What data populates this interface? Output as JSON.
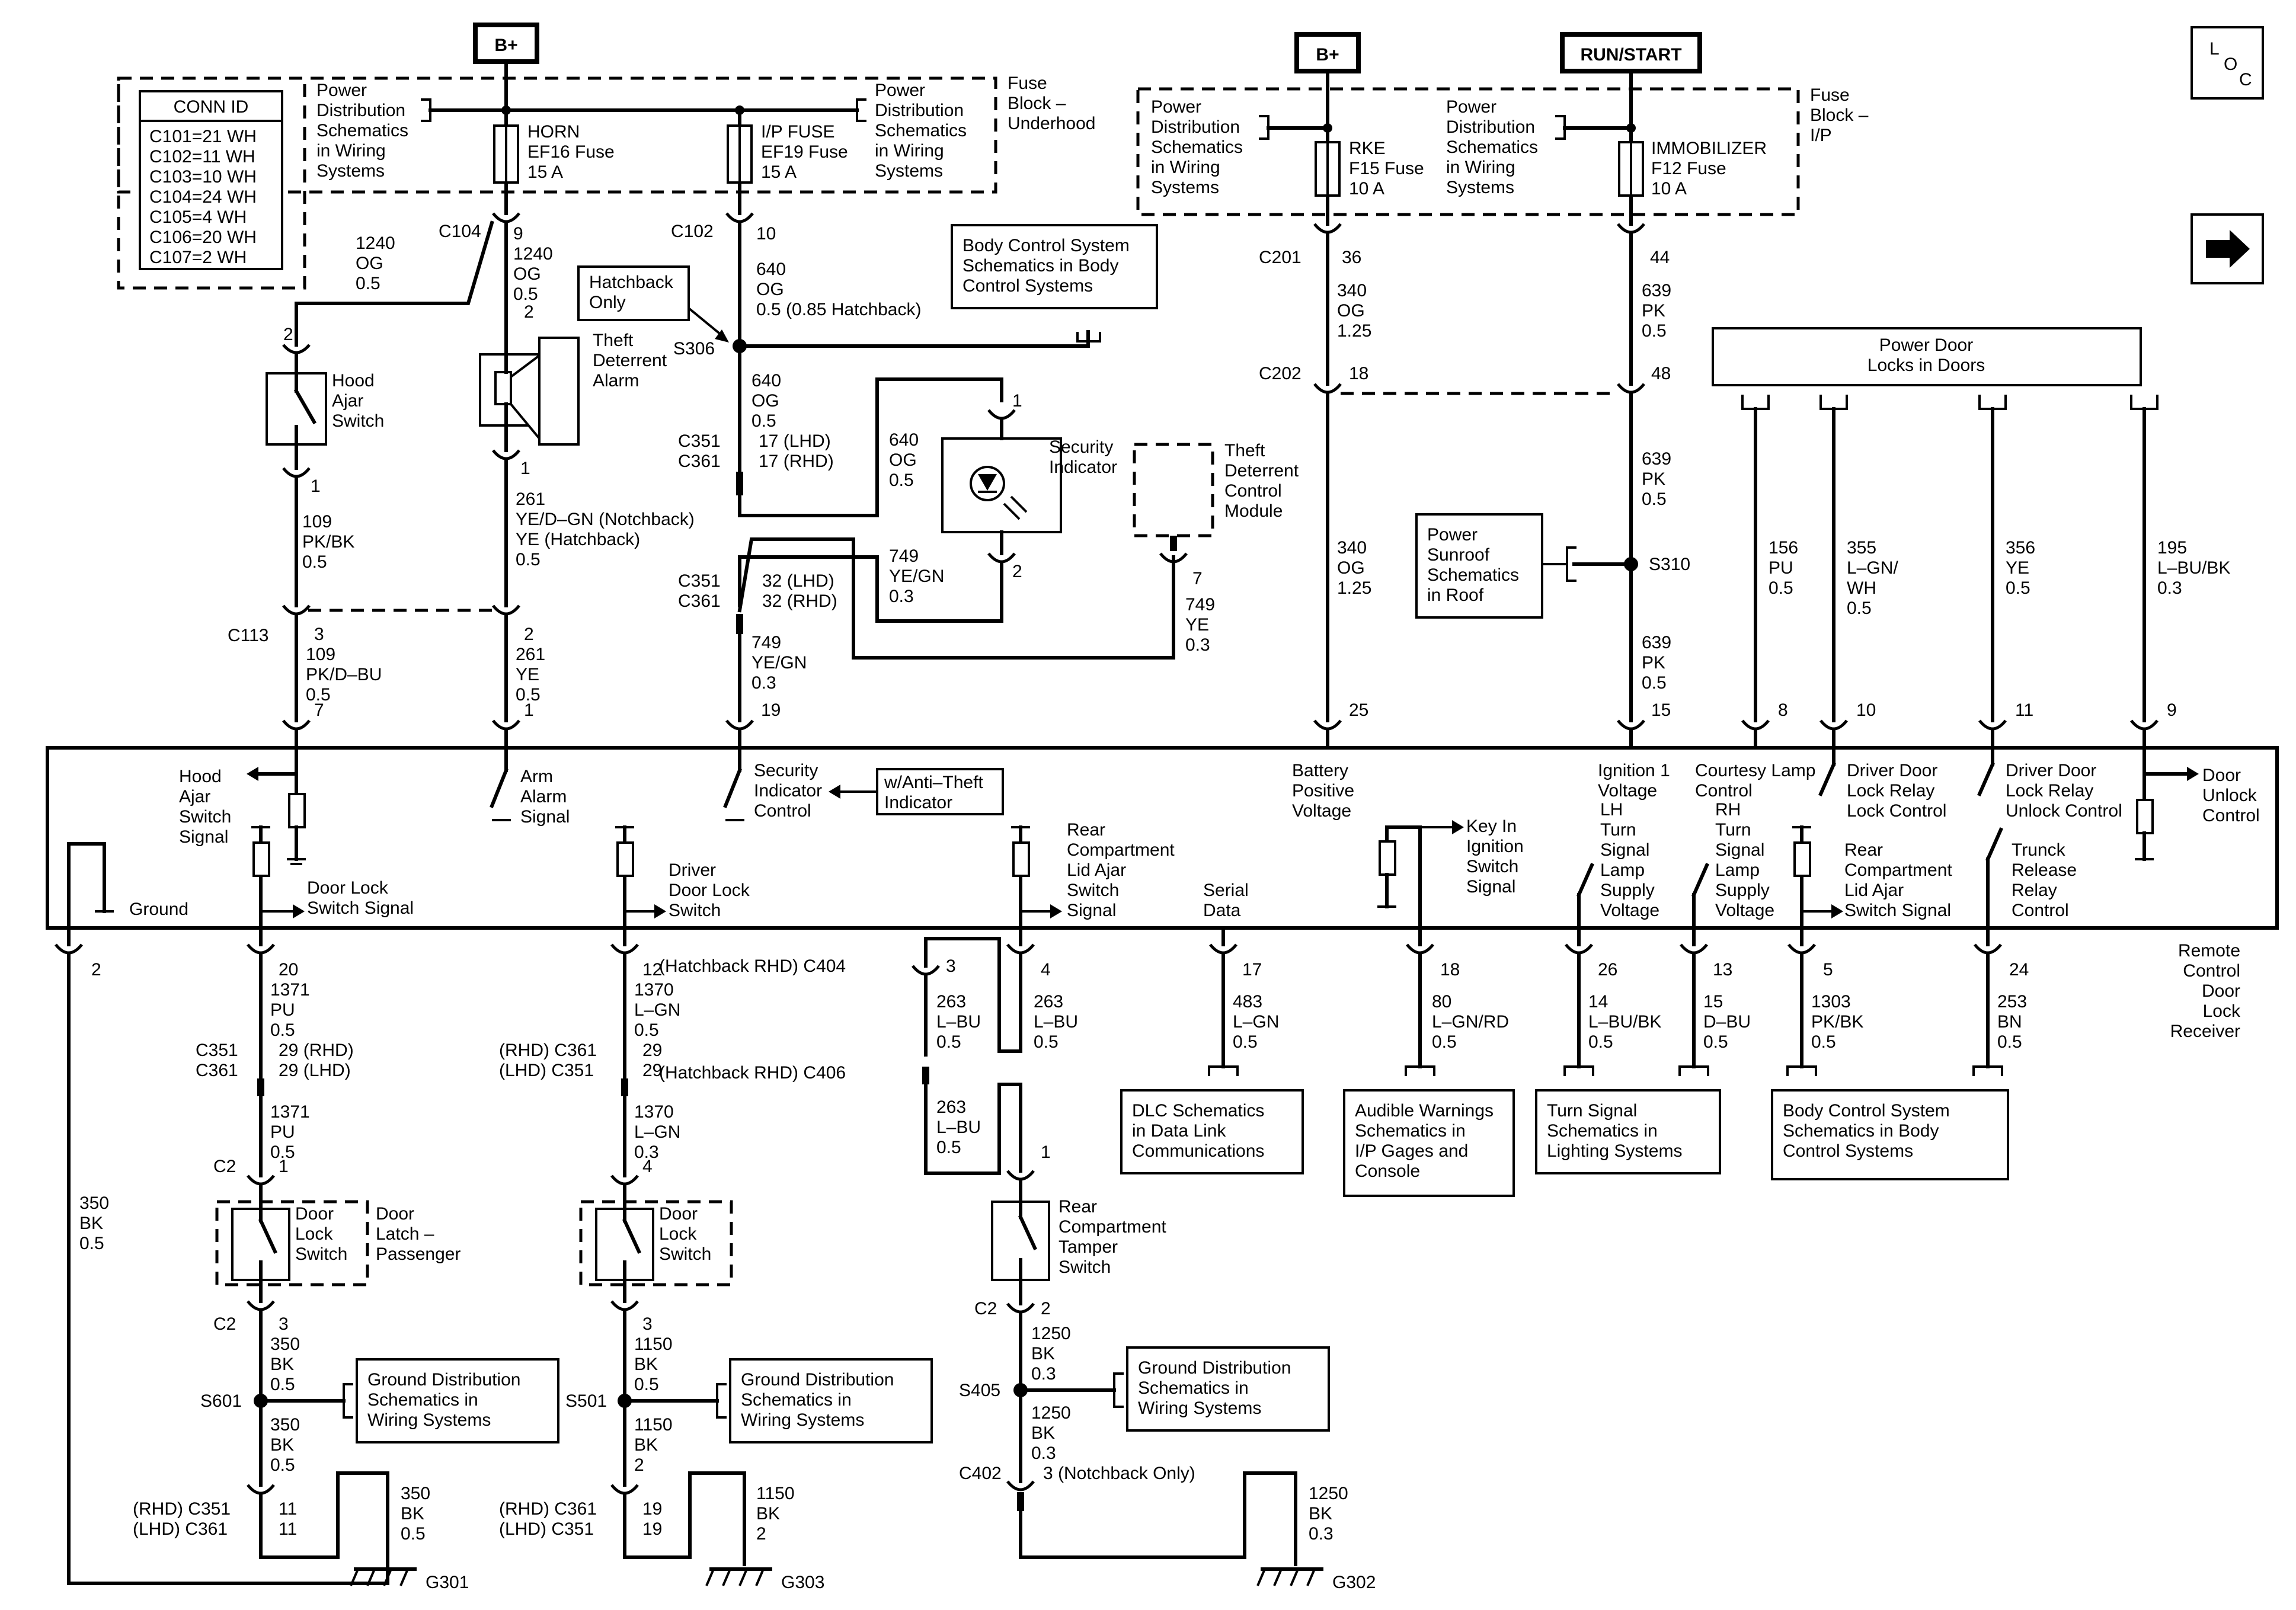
{
  "power": {
    "bplus_left": "B+",
    "bplus_right": "B+",
    "run_start": "RUN/START",
    "loc": [
      "L",
      "O",
      "C"
    ]
  },
  "conn_id": {
    "title": "CONN ID",
    "rows": [
      "C101=21 WH",
      "C102=11 WH",
      "C103=10 WH",
      "C104=24 WH",
      "C105=4 WH",
      "C106=20 WH",
      "C107=2 WH"
    ]
  },
  "fuse_block_underhood": {
    "label": [
      "Fuse",
      "Block –",
      "Underhood"
    ],
    "pds_left": [
      "Power",
      "Distribution",
      "Schematics",
      "in Wiring",
      "Systems"
    ],
    "pds_right": [
      "Power",
      "Distribution",
      "Schematics",
      "in Wiring",
      "Systems"
    ],
    "horn_fuse": [
      "HORN",
      "EF16 Fuse",
      "15 A"
    ],
    "ip_fuse": [
      "I/P FUSE",
      "EF19 Fuse",
      "15 A"
    ]
  },
  "fuse_block_ip": {
    "label": [
      "Fuse",
      "Block –",
      "I/P"
    ],
    "pds_left": [
      "Power",
      "Distribution",
      "Schematics",
      "in Wiring",
      "Systems"
    ],
    "pds_right": [
      "Power",
      "Distribution",
      "Schematics",
      "in Wiring",
      "Systems"
    ],
    "rke_fuse": [
      "RKE",
      "F15 Fuse",
      "10 A"
    ],
    "immo_fuse": [
      "IMMOBILIZER",
      "F12 Fuse",
      "10 A"
    ]
  },
  "refs": {
    "body_control_top": [
      "Body Control System",
      "Schematics in Body",
      "Control Systems"
    ],
    "hatchback_only": [
      "Hatchback",
      "Only"
    ],
    "power_sunroof": [
      "Power",
      "Sunroof",
      "Schematics",
      "in Roof"
    ],
    "power_door_locks": [
      "Power Door",
      "Locks in Doors"
    ],
    "theft_deterrent_module": [
      "Theft",
      "Deterrent",
      "Control",
      "Module"
    ],
    "w_anti_theft": [
      "w/Anti–Theft",
      "Indicator"
    ],
    "dlc": [
      "DLC Schematics",
      "in Data Link",
      "Communications"
    ],
    "audible": [
      "Audible Warnings",
      "Schematics in",
      "I/P Gages and",
      "Console"
    ],
    "turn_signal": [
      "Turn Signal",
      "Schematics in",
      "Lighting Systems"
    ],
    "body_control_bottom": [
      "Body Control System",
      "Schematics in Body",
      "Control Systems"
    ],
    "ground_dist_1": [
      "Ground Distribution",
      "Schematics in",
      "Wiring Systems"
    ],
    "ground_dist_2": [
      "Ground Distribution",
      "Schematics in",
      "Wiring Systems"
    ],
    "ground_dist_3": [
      "Ground Distribution",
      "Schematics in",
      "Wiring Systems"
    ]
  },
  "components": {
    "hood_ajar_switch": [
      "Hood",
      "Ajar",
      "Switch"
    ],
    "theft_deterrent_alarm": [
      "Theft",
      "Deterrent",
      "Alarm"
    ],
    "security_indicator": [
      "Security",
      "Indicator"
    ],
    "door_latch_passenger": [
      "Door",
      "Latch –",
      "Passenger"
    ],
    "door_lock_switch_p": [
      "Door",
      "Lock",
      "Switch"
    ],
    "door_lock_switch_d": [
      "Door",
      "Lock",
      "Switch"
    ],
    "rear_tamper_switch": [
      "Rear",
      "Compartment",
      "Tamper",
      "Switch"
    ]
  },
  "module": {
    "name": [
      "Remote",
      "Control",
      "Door",
      "Lock",
      "Receiver"
    ],
    "pins": {
      "hood_ajar": [
        "Hood",
        "Ajar",
        "Switch",
        "Signal"
      ],
      "arm_alarm": [
        "Arm",
        "Alarm",
        "Signal"
      ],
      "security_ctrl": [
        "Security",
        "Indicator",
        "Control"
      ],
      "battery": [
        "Battery",
        "Positive",
        "Voltage"
      ],
      "ignition": [
        "Ignition 1",
        "Voltage"
      ],
      "courtesy": [
        "Courtesy Lamp",
        "Control"
      ],
      "drv_lock_relay": [
        "Driver Door",
        "Lock Relay",
        "Lock Control"
      ],
      "drv_unlock_relay": [
        "Driver Door",
        "Lock Relay",
        "Unlock Control"
      ],
      "door_unlock": [
        "Door",
        "Unlock",
        "Control"
      ],
      "ground": "Ground",
      "door_lock_sig": [
        "Door Lock",
        "Switch Signal"
      ],
      "driver_door_lock": [
        "Driver",
        "Door Lock",
        "Switch"
      ],
      "rear_lid": [
        "Rear",
        "Compartment",
        "Lid Ajar",
        "Switch",
        "Signal"
      ],
      "serial": [
        "Serial",
        "Data"
      ],
      "key_in": [
        "Key In",
        "Ignition",
        "Switch",
        "Signal"
      ],
      "lh_turn": [
        "LH",
        "Turn",
        "Signal",
        "Lamp",
        "Supply",
        "Voltage"
      ],
      "rh_turn": [
        "RH",
        "Turn",
        "Signal",
        "Lamp",
        "Supply",
        "Voltage"
      ],
      "rear_lid2": [
        "Rear",
        "Compartment",
        "Lid Ajar",
        "Switch Signal"
      ],
      "trunk": [
        "Trunck",
        "Release",
        "Relay",
        "Control"
      ]
    }
  },
  "wires": {
    "c104_9": [
      "9",
      "1240",
      "OG",
      "0.5",
      "2"
    ],
    "c104_left": [
      "1240",
      "OG",
      "0.5"
    ],
    "c102_10": [
      "10",
      "640",
      "OG",
      "0.5 (0.85 Hatchback)"
    ],
    "s306_down": [
      "640",
      "OG",
      "0.5"
    ],
    "c351_17": [
      "17 (LHD)",
      "17 (RHD)"
    ],
    "sec_640": [
      "640",
      "OG",
      "0.5"
    ],
    "sec_749": [
      "749",
      "YE/GN",
      "0.3"
    ],
    "c351_32": [
      "32 (LHD)",
      "32 (RHD)"
    ],
    "w749_yegn": [
      "749",
      "YE/GN",
      "0.3"
    ],
    "w749_ye": [
      "749",
      "YE",
      "0.3"
    ],
    "hood_109": [
      "109",
      "PK/BK",
      "0.5"
    ],
    "alarm_261": [
      "261",
      "YE/D–GN (Notchback)",
      "YE (Hatchback)",
      "0.5"
    ],
    "c113_109": [
      "3",
      "109",
      "PK/D–BU",
      "0.5",
      "7"
    ],
    "c113_261": [
      "2",
      "261",
      "YE",
      "0.5",
      "1"
    ],
    "c201_340": [
      "36",
      "340",
      "OG",
      "1.25"
    ],
    "c201_639": [
      "44",
      "639",
      "PK",
      "0.5"
    ],
    "c202_340": [
      "340",
      "OG",
      "1.25"
    ],
    "c202_639": [
      "639",
      "PK",
      "0.5"
    ],
    "s310_639": [
      "639",
      "PK",
      "0.5"
    ],
    "w156": [
      "156",
      "PU",
      "0.5"
    ],
    "w355": [
      "355",
      "L–GN/",
      "WH",
      "0.5"
    ],
    "w356": [
      "356",
      "YE",
      "0.5"
    ],
    "w195": [
      "195",
      "L–BU/BK",
      "0.3"
    ],
    "w1371a": [
      "20",
      "1371",
      "PU",
      "0.5"
    ],
    "w1371_pins": [
      "29 (RHD)",
      "29 (LHD)"
    ],
    "w1371b": [
      "1371",
      "PU",
      "0.5"
    ],
    "w1370a": [
      "12",
      "1370",
      "L–GN",
      "0.5"
    ],
    "w1370_pins": [
      "29",
      "29"
    ],
    "w1370b": [
      "1370",
      "L–GN",
      "0.3"
    ],
    "w263a": [
      "3",
      "263",
      "L–BU",
      "0.5"
    ],
    "w263b": [
      "263",
      "L–BU",
      "0.5"
    ],
    "w263c": [
      "4",
      "263",
      "L–BU",
      "0.5"
    ],
    "w483": [
      "483",
      "L–GN",
      "0.5"
    ],
    "w80": [
      "80",
      "L–GN/RD",
      "0.5"
    ],
    "w14": [
      "14",
      "L–BU/BK",
      "0.5"
    ],
    "w15": [
      "15",
      "D–BU",
      "0.5"
    ],
    "w1303": [
      "1303",
      "PK/BK",
      "0.5"
    ],
    "w253": [
      "253",
      "BN",
      "0.5"
    ],
    "w350_long": [
      "350",
      "BK",
      "0.5"
    ],
    "w350a": [
      "350",
      "BK",
      "0.5"
    ],
    "w350b": [
      "350",
      "BK",
      "0.5"
    ],
    "w350c": [
      "350",
      "BK",
      "0.5"
    ],
    "w1150a": [
      "1150",
      "BK",
      "0.5"
    ],
    "w1150b": [
      "1150",
      "BK",
      "2"
    ],
    "w1150c": [
      "1150",
      "BK",
      "2"
    ],
    "w1250a": [
      "1250",
      "BK",
      "0.3"
    ],
    "w1250b": [
      "1250",
      "BK",
      "0.3"
    ],
    "w1250c": [
      "1250",
      "BK",
      "0.3"
    ]
  },
  "connectors": {
    "c104": "C104",
    "c102": "C102",
    "s306": "S306",
    "c351_a": "C351",
    "c361_a": "C361",
    "c351_b": "C351",
    "c361_b": "C361",
    "c113": "C113",
    "c201": "C201",
    "c202": "C202",
    "c202_18": "18",
    "c202_48": "48",
    "s310": "S310",
    "pin_2_hood": "2",
    "pin_1_hood": "1",
    "pin_1_alarm": "1",
    "pin_1_sec": "1",
    "pin_2_sec": "2",
    "pin_7_tdm": "7",
    "pin_19": "19",
    "pin_25": "25",
    "pin_15": "15",
    "pin_8": "8",
    "pin_10": "10",
    "pin_11": "11",
    "pin_9": "9",
    "pin_2_gnd": "2",
    "pin_17": "17",
    "pin_18": "18",
    "pin_26": "26",
    "pin_13": "13",
    "pin_5": "5",
    "pin_24": "24",
    "pin_4": "4",
    "c404": "(Hatchback RHD) C404",
    "c406": "(Hatchback RHD) C406",
    "c351_l": "C351",
    "c361_l": "C361",
    "rhd_c361": "(RHD) C361",
    "lhd_c351": "(LHD) C351",
    "c2_a": "C2",
    "c2_a_pin": "1",
    "c2_b": "C2",
    "c2_b_pin": "3",
    "c2_c_pin": "4",
    "c2_d_pin": "3",
    "s601": "S601",
    "s501": "S501",
    "rhd_c351": "(RHD) C351",
    "lhd_c361": "(LHD) C361",
    "pin_11a": "11",
    "pin_11b": "11",
    "rhd_c361b": "(RHD) C361",
    "lhd_c351b": "(LHD) C351",
    "pin_19a": "19",
    "pin_19b": "19",
    "tamper_1": "1",
    "c2_t": "C2",
    "c2_t_pin": "2",
    "s405": "S405",
    "c402": "C402",
    "c402_pin": "3 (Notchback Only)",
    "g301": "G301",
    "g303": "G303",
    "g302": "G302"
  }
}
